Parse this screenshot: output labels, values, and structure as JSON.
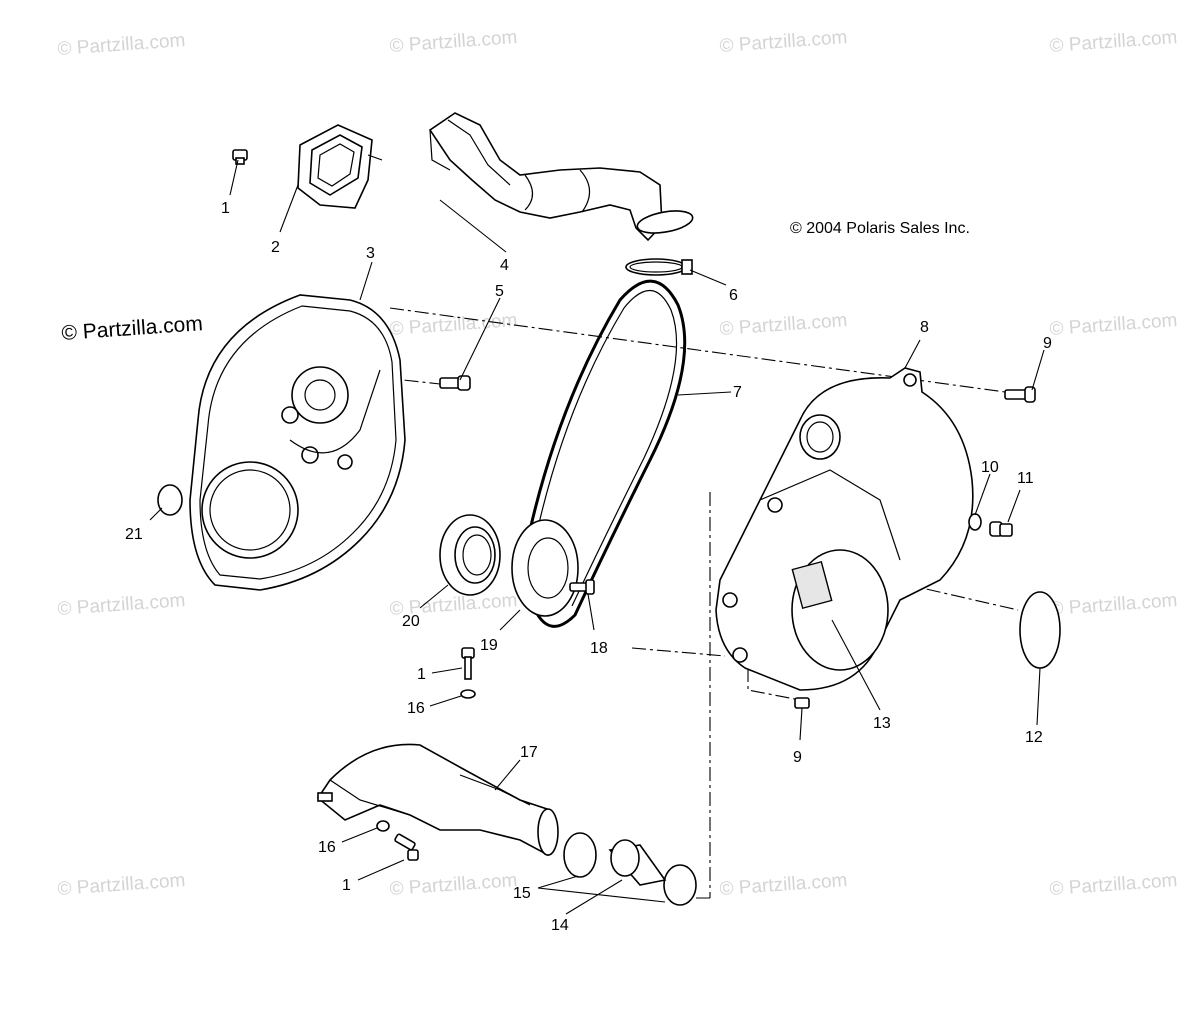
{
  "watermark_text": "© Partzilla.com",
  "header_watermark": "© Partzilla.com",
  "copyright": "© 2004 Polaris Sales Inc.",
  "callouts": {
    "c1a": "1",
    "c2": "2",
    "c3": "3",
    "c4": "4",
    "c5": "5",
    "c6": "6",
    "c7": "7",
    "c8": "8",
    "c9a": "9",
    "c9b": "9",
    "c10": "10",
    "c11": "11",
    "c12": "12",
    "c13": "13",
    "c14": "14",
    "c15": "15",
    "c16a": "16",
    "c16b": "16",
    "c17": "17",
    "c18": "18",
    "c19": "19",
    "c20": "20",
    "c21": "21",
    "c1b": "1",
    "c1c": "1"
  }
}
